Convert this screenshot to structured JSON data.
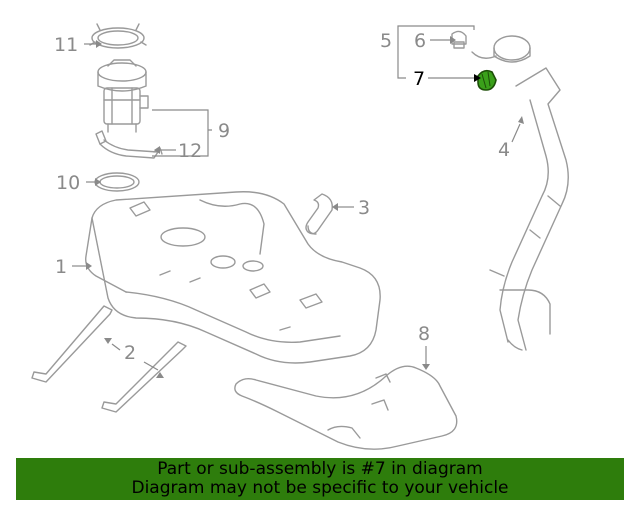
{
  "callouts": {
    "c1": "1",
    "c2": "2",
    "c3": "3",
    "c4": "4",
    "c5": "5",
    "c6": "6",
    "c7": "7",
    "c8": "8",
    "c9": "9",
    "c10": "10",
    "c11": "11",
    "c12": "12"
  },
  "highlighted_part": "7",
  "colors": {
    "highlight": "#2e7d0c",
    "banner": "#2e7d0c",
    "line": "#9a9a9a"
  },
  "banner": {
    "line1": "Part or sub-assembly is #7 in diagram",
    "line2": "Diagram may not be specific to your vehicle"
  }
}
